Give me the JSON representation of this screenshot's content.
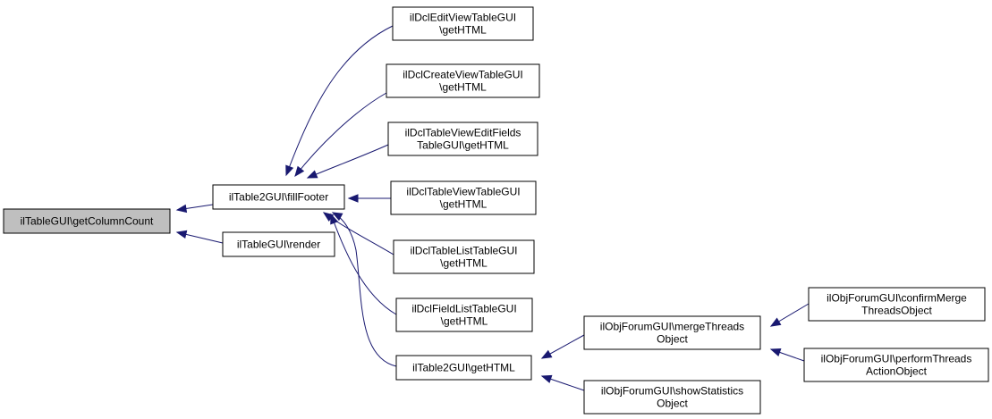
{
  "diagram": {
    "kind": "doxygen caller graph",
    "colors": {
      "edge": "#191970",
      "root_fill": "#bfbfbf",
      "node_fill": "#ffffff",
      "node_border": "#000000"
    },
    "nodes": [
      {
        "id": "n_getColumnCount",
        "lines": [
          "ilTableGUI\\getColumnCount"
        ],
        "root": true
      },
      {
        "id": "n_fillFooter",
        "lines": [
          "ilTable2GUI\\fillFooter"
        ]
      },
      {
        "id": "n_render",
        "lines": [
          "ilTableGUI\\render"
        ]
      },
      {
        "id": "n_editView",
        "lines": [
          "ilDclEditViewTableGUI",
          "\\getHTML"
        ]
      },
      {
        "id": "n_createView",
        "lines": [
          "ilDclCreateViewTableGUI",
          "\\getHTML"
        ]
      },
      {
        "id": "n_tvEditFields",
        "lines": [
          "ilDclTableViewEditFields",
          "TableGUI\\getHTML"
        ]
      },
      {
        "id": "n_tableView",
        "lines": [
          "ilDclTableViewTableGUI",
          "\\getHTML"
        ]
      },
      {
        "id": "n_tableList",
        "lines": [
          "ilDclTableListTableGUI",
          "\\getHTML"
        ]
      },
      {
        "id": "n_fieldList",
        "lines": [
          "ilDclFieldListTableGUI",
          "\\getHTML"
        ]
      },
      {
        "id": "n_t2getHTML",
        "lines": [
          "ilTable2GUI\\getHTML"
        ]
      },
      {
        "id": "n_merge",
        "lines": [
          "ilObjForumGUI\\mergeThreads",
          "Object"
        ]
      },
      {
        "id": "n_stats",
        "lines": [
          "ilObjForumGUI\\showStatistics",
          "Object"
        ]
      },
      {
        "id": "n_confirmMerge",
        "lines": [
          "ilObjForumGUI\\confirmMerge",
          "ThreadsObject"
        ]
      },
      {
        "id": "n_performThreads",
        "lines": [
          "ilObjForumGUI\\performThreads",
          "ActionObject"
        ]
      }
    ],
    "edges": [
      {
        "from": "n_fillFooter",
        "to": "n_getColumnCount"
      },
      {
        "from": "n_render",
        "to": "n_getColumnCount"
      },
      {
        "from": "n_editView",
        "to": "n_fillFooter"
      },
      {
        "from": "n_createView",
        "to": "n_fillFooter"
      },
      {
        "from": "n_tvEditFields",
        "to": "n_fillFooter"
      },
      {
        "from": "n_tableView",
        "to": "n_fillFooter"
      },
      {
        "from": "n_tableList",
        "to": "n_fillFooter"
      },
      {
        "from": "n_fieldList",
        "to": "n_fillFooter"
      },
      {
        "from": "n_t2getHTML",
        "to": "n_fillFooter"
      },
      {
        "from": "n_merge",
        "to": "n_t2getHTML"
      },
      {
        "from": "n_stats",
        "to": "n_t2getHTML"
      },
      {
        "from": "n_confirmMerge",
        "to": "n_merge"
      },
      {
        "from": "n_performThreads",
        "to": "n_merge"
      }
    ]
  }
}
